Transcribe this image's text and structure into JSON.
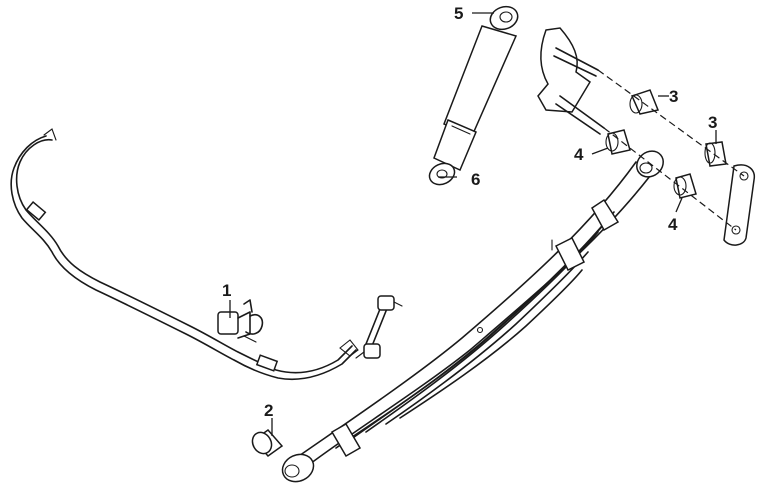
{
  "callouts": [
    {
      "id": "stabilizer-bushing",
      "label": "1"
    },
    {
      "id": "spring-front-bushing",
      "label": "2"
    },
    {
      "id": "shackle-bushing-upper",
      "label": "3"
    },
    {
      "id": "shackle-bushing-lower",
      "label": "3"
    },
    {
      "id": "spring-rear-bushing-upper",
      "label": "4"
    },
    {
      "id": "spring-rear-bushing-lower",
      "label": "4"
    },
    {
      "id": "shock-upper-bushing",
      "label": "5"
    },
    {
      "id": "shock-lower-bushing",
      "label": "6"
    }
  ]
}
